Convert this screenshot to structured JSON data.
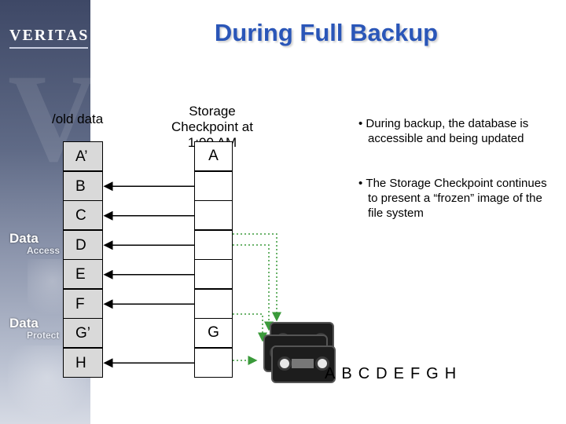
{
  "title": "During Full Backup",
  "logo": "VERITAS",
  "sidebar": {
    "label1_main": "Data",
    "label1_sub": "Access",
    "label2_main": "Data",
    "label2_sub": "Protect"
  },
  "column_label": "/old data",
  "checkpoint_label": "Storage Checkpoint at 1:00 AM",
  "left_blocks": [
    "A’",
    "B",
    "C",
    "D",
    "E",
    "F",
    "G’",
    "H"
  ],
  "checkpoint_blocks": [
    "A",
    "",
    "",
    "",
    "",
    "",
    "G",
    ""
  ],
  "bullets": [
    "During backup, the database is accessible and being updated",
    "The Storage Checkpoint continues to present a “frozen” image of the file system"
  ],
  "tape_blocks": [
    "A",
    "B",
    "C",
    "D",
    "E",
    "F",
    "G",
    "H"
  ],
  "colors": {
    "title": "#2a56b8",
    "left_block_fill": "#d9d9d9",
    "dotted_arrow": "#3a9a3a",
    "sidebar": "#4a5575"
  }
}
